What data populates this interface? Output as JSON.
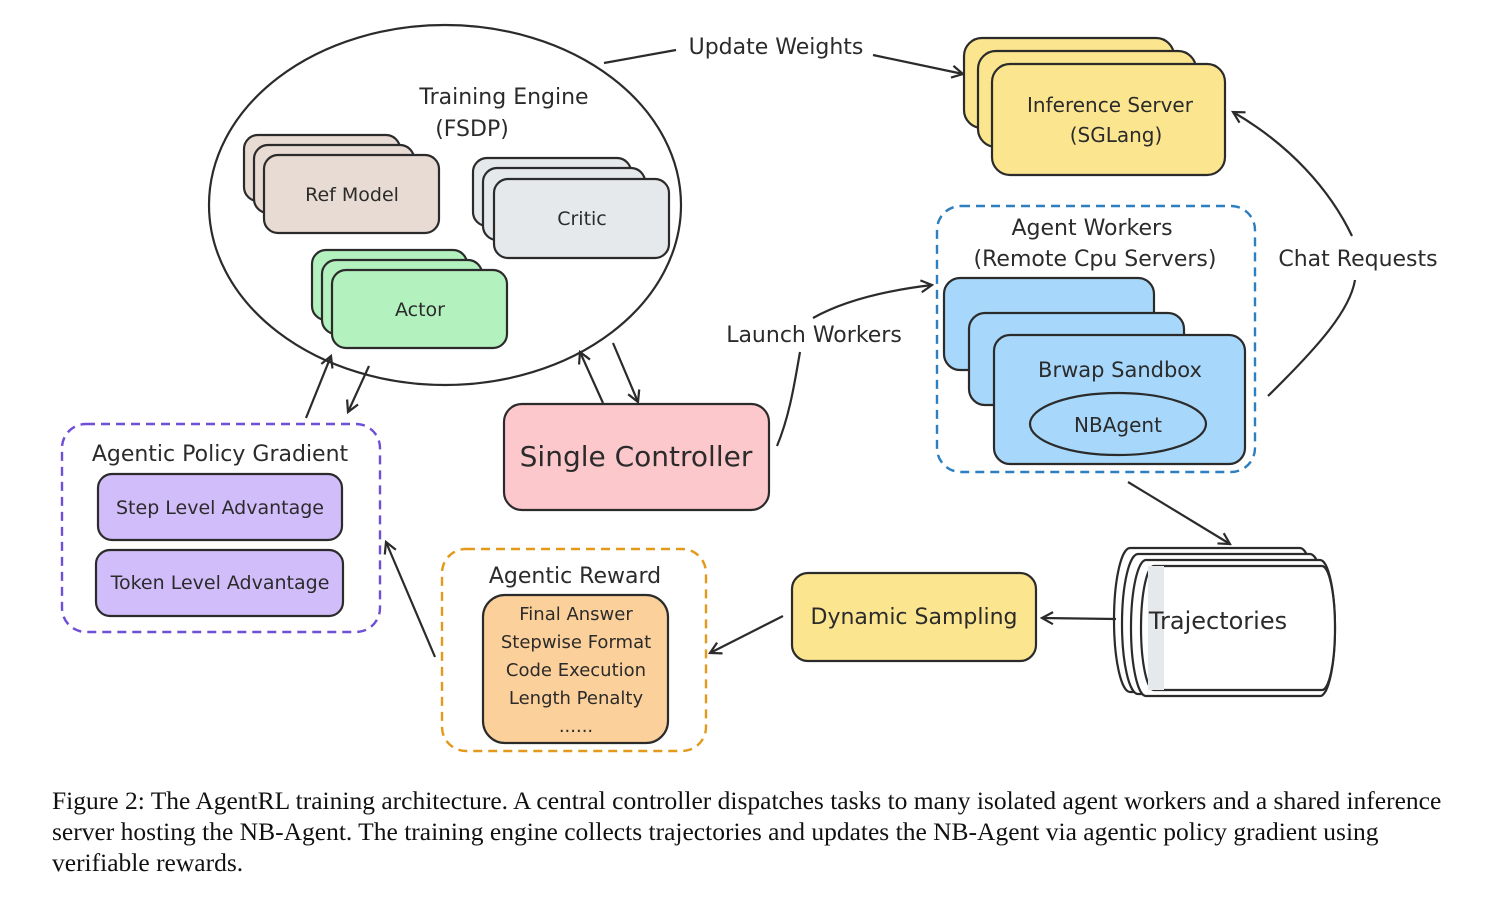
{
  "colors": {
    "ref_model": "#e8dbd3",
    "critic": "#e6e9ec",
    "actor": "#b3f1bf",
    "inference": "#fbe58f",
    "sandbox": "#a7d8fb",
    "controller": "#fdc8cc",
    "policy_box": "#d2bdfb",
    "policy_border": "#6f4fd6",
    "reward_box": "#fcd09a",
    "reward_border": "#e39a1c",
    "sampling": "#fbe58f",
    "workers_border": "#2d7fc0"
  },
  "training_engine": {
    "title": "Training Engine",
    "subtitle": "(FSDP)"
  },
  "ref_model": {
    "label": "Ref Model"
  },
  "critic": {
    "label": "Critic"
  },
  "actor": {
    "label": "Actor"
  },
  "inference_server": {
    "line1": "Inference Server",
    "line2": "(SGLang)"
  },
  "agent_workers": {
    "line1": "Agent Workers",
    "line2": "(Remote Cpu Servers)"
  },
  "sandbox": {
    "label": "Brwap Sandbox",
    "agent": "NBAgent"
  },
  "single_controller": {
    "label": "Single Controller"
  },
  "policy_gradient": {
    "title": "Agentic Policy Gradient",
    "items": [
      "Step Level Advantage",
      "Token Level Advantage"
    ]
  },
  "agentic_reward": {
    "title": "Agentic Reward",
    "items": [
      "Final Answer",
      "Stepwise Format",
      "Code Execution",
      "Length Penalty",
      "......"
    ]
  },
  "dynamic_sampling": {
    "label": "Dynamic Sampling"
  },
  "trajectories": {
    "label": "Trajectories"
  },
  "edges": {
    "update_weights": "Update Weights",
    "chat_requests": "Chat Requests",
    "launch_workers": "Launch Workers"
  },
  "caption": "Figure 2: The AgentRL training architecture. A central controller dispatches tasks to many isolated agent workers and a shared inference server hosting the NB-Agent. The training engine collects trajectories and updates the NB-Agent via agentic policy gradient using verifiable rewards."
}
